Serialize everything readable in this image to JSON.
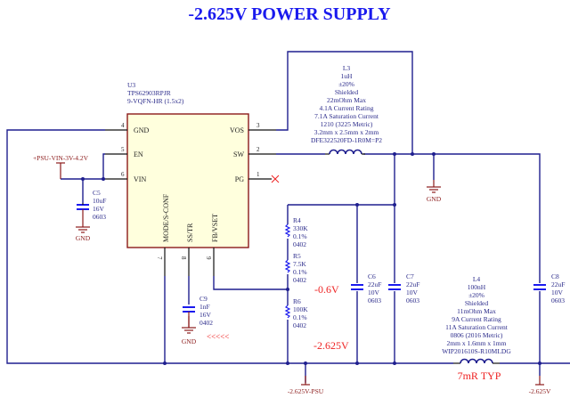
{
  "title": "-2.625V POWER SUPPLY",
  "ic": {
    "ref": "U3",
    "part": "TPS62903RPJR",
    "package": "9-VQFN-HR (1.5x2)",
    "pins": {
      "gnd": {
        "name": "GND",
        "num": "4"
      },
      "en": {
        "name": "EN",
        "num": "5"
      },
      "vin": {
        "name": "VIN",
        "num": "6"
      },
      "vos": {
        "name": "VOS",
        "num": "3"
      },
      "sw": {
        "name": "SW",
        "num": "2"
      },
      "pg": {
        "name": "PG",
        "num": "1"
      },
      "mode": {
        "name": "MODE/S-CONF",
        "num": "7"
      },
      "sstr": {
        "name": "SS/TR",
        "num": "8"
      },
      "fb": {
        "name": "FB/VSET",
        "num": "9"
      }
    }
  },
  "inductor_l3": {
    "lines": [
      "L3",
      "1uH",
      "±20%",
      "Shielded",
      "22mOhm Max",
      "4.1A Current Rating",
      "7.1A Saturation Current",
      "1210 (3225 Metric)",
      "3.2mm x 2.5mm x 2mm",
      "DFE322520FD-1R0M=P2"
    ]
  },
  "inductor_l4": {
    "lines": [
      "L4",
      "100nH",
      "±20%",
      "Shielded",
      "11mOhm Max",
      "9A Current Rating",
      "11A Saturation Current",
      "0806 (2016 Metric)",
      "2mm x 1.6mm x 1mm",
      "WIP201610S-R10MLDG"
    ]
  },
  "capacitors": {
    "c5": [
      "C5",
      "10uF",
      "16V",
      "0603"
    ],
    "c9": [
      "C9",
      "1nF",
      "16V",
      "0402"
    ],
    "c6": [
      "C6",
      "22uF",
      "10V",
      "0603"
    ],
    "c7": [
      "C7",
      "22uF",
      "10V",
      "0603"
    ],
    "c8": [
      "C8",
      "22uF",
      "10V",
      "0603"
    ]
  },
  "resistors": {
    "r4": [
      "R4",
      "330K",
      "0.1%",
      "0402"
    ],
    "r5": [
      "R5",
      "7.5K",
      "0.1%",
      "0402"
    ],
    "r6": [
      "R6",
      "100K",
      "0.1%",
      "0402"
    ]
  },
  "power_nets": {
    "vin": "+PSU-VIN-3V-4.2V",
    "gnd": "GND",
    "out_psu": "-2.625V-PSU",
    "out": "-2.625V"
  },
  "annotations": {
    "fb_voltage": "-0.6V",
    "out_voltage": "-2.625V",
    "arrow": "<<<<<",
    "l4_resistance": "7mR TYP"
  }
}
